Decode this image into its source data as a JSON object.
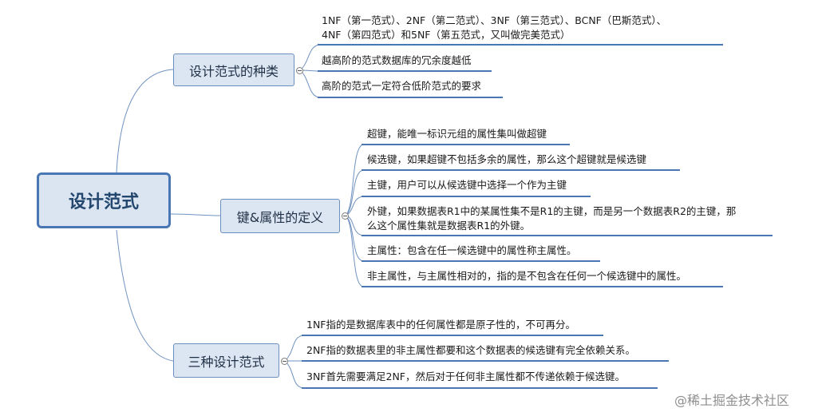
{
  "root": {
    "label": "设计范式"
  },
  "branches": [
    {
      "label": "设计范式的种类",
      "leaves": [
        [
          "1NF（第一范式）、2NF（第二范式）、3NF（第三范式）、BCNF（巴斯范式）、",
          "4NF（第四范式）和5NF（第五范式，又叫做完美范式）"
        ],
        [
          "越高阶的范式数据库的冗余度越低"
        ],
        [
          "高阶的范式一定符合低阶范式的要求"
        ]
      ]
    },
    {
      "label": "键&属性的定义",
      "leaves": [
        [
          "超键，能唯一标识元组的属性集叫做超键"
        ],
        [
          "候选键，如果超键不包括多余的属性，那么这个超键就是候选键"
        ],
        [
          "主键，用户可以从候选键中选择一个作为主键"
        ],
        [
          "外键，如果数据表R1中的某属性集不是R1的主键，而是另一个数据表R2的主键，那",
          "么这个属性集就是数据表R1的外键。"
        ],
        [
          "主属性：包含在任一候选键中的属性称主属性。"
        ],
        [
          "非主属性，与主属性相对的，指的是不包含在任何一个候选键中的属性。"
        ]
      ]
    },
    {
      "label": "三种设计范式",
      "leaves": [
        [
          "1NF指的是数据库表中的任何属性都是原子性的，不可再分。"
        ],
        [
          "2NF指的数据表里的非主属性都要和这个数据表的候选键有完全依赖关系。"
        ],
        [
          "3NF首先需要满足2NF，然后对于任何非主属性都不传递依赖于候选键。"
        ]
      ]
    }
  ],
  "watermark": "@稀土掘金技术社区"
}
